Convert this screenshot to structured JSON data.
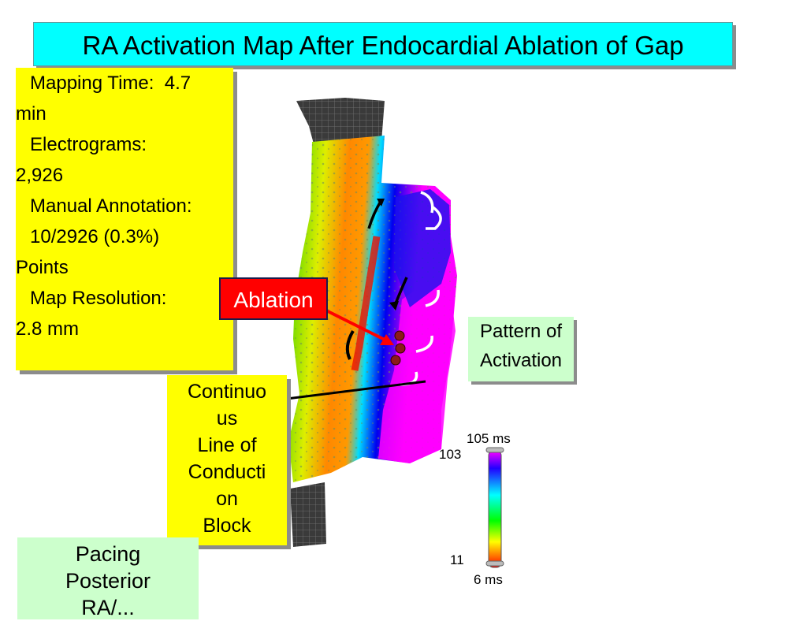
{
  "title": "RA Activation Map After Endocardial Ablation of Gap",
  "info_box": {
    "mapping_time_label": "Mapping Time:",
    "mapping_time_value": "4.7",
    "mapping_time_unit": "min",
    "electrograms_label": "Electrograms:",
    "electrograms_value": "2,926",
    "manual_annotation_label": "Manual Annotation:",
    "manual_annotation_value": "10/2926 (0.3%)",
    "manual_annotation_unit": "Points",
    "map_resolution_label": "Map Resolution:",
    "map_resolution_value": "2.8 mm"
  },
  "ablation_label": "Ablation",
  "pattern_label": "Pattern of Activation",
  "block_label": [
    "Continuo",
    "us",
    "Line of",
    "Conducti",
    "on",
    "Block"
  ],
  "pacing_label": [
    "Pacing",
    "Posterior",
    "RA/..."
  ],
  "color_scale": {
    "top_value": "105 ms",
    "top_index": "103",
    "bottom_index": "11",
    "bottom_value": "6 ms",
    "colors": [
      "#ff00ff",
      "#0000ff",
      "#00ffff",
      "#00ff00",
      "#ffff00",
      "#ff0000"
    ]
  },
  "colors": {
    "title_bg": "#00ffff",
    "info_bg": "#ffff00",
    "label_bg": "#ccffcc",
    "ablation_bg": "#ff0000",
    "ablation_point": "#8b1a1a"
  }
}
